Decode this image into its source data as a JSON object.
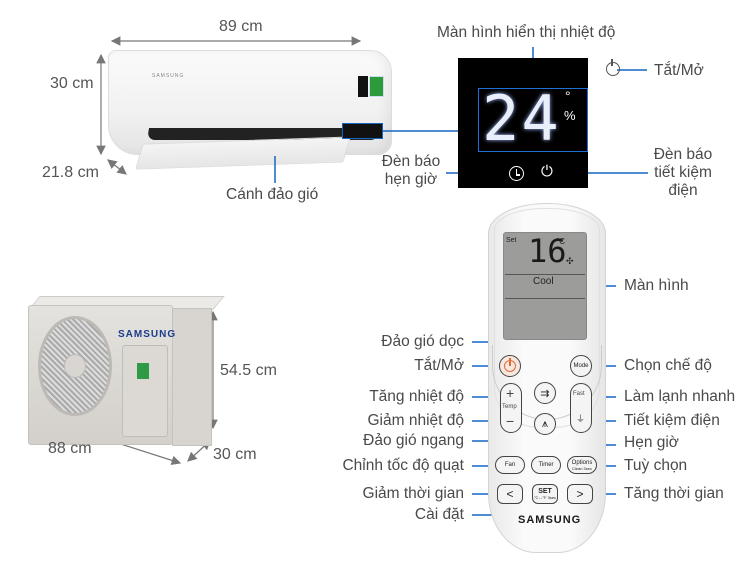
{
  "indoor_unit": {
    "brand": "SAMSUNG",
    "dimensions": {
      "width": "89 cm",
      "height": "30 cm",
      "depth": "21.8 cm"
    },
    "callouts": {
      "flap": "Cánh đảo gió"
    }
  },
  "display_panel": {
    "temperature": "24",
    "degree_symbol": "°",
    "humidity_symbol": "%",
    "callouts": {
      "screen": "Màn hình hiển thị nhiệt độ",
      "power": "Tắt/Mở",
      "timer_light_line1": "Đèn báo",
      "timer_light_line2": "hẹn giờ",
      "eco_light_line1": "Đèn báo",
      "eco_light_line2": "tiết kiệm",
      "eco_light_line3": "điện"
    }
  },
  "outdoor_unit": {
    "brand": "SAMSUNG",
    "dimensions": {
      "width": "88 cm",
      "height": "54.5 cm",
      "depth": "30 cm"
    }
  },
  "remote": {
    "brand": "SAMSUNG",
    "lcd": {
      "set_label": "Set",
      "temperature": "16",
      "unit": "°C",
      "mode": "Cool",
      "fan_icon": "fan-level"
    },
    "buttons": {
      "mode": "Mode",
      "temp_plus": "+",
      "temp_label": "Temp",
      "temp_minus": "−",
      "fast": "Fast",
      "fan": "Fan",
      "timer": "Timer",
      "options": "Options",
      "options_sub": "Clean 3sec",
      "left": "<",
      "set": "SET",
      "set_sub": "°C↔°F 3sec",
      "right": ">"
    },
    "callouts_left": [
      "Đảo gió dọc",
      "Tắt/Mở",
      "Tăng nhiệt độ",
      "Giảm nhiệt độ",
      "Đảo gió ngang",
      "Chỉnh tốc độ quạt",
      "Giảm thời gian",
      "Cài đặt"
    ],
    "callouts_right": [
      "Màn hình",
      "Chọn chế độ",
      "Làm lạnh nhanh",
      "Tiết kiệm điện",
      "Hẹn giờ",
      "Tuỳ chọn",
      "Tăng thời gian"
    ]
  },
  "colors": {
    "leader_line": "#1565c0",
    "text": "#4a4a4a",
    "panel_bg": "#000000",
    "power_accent": "#e56a3b"
  }
}
